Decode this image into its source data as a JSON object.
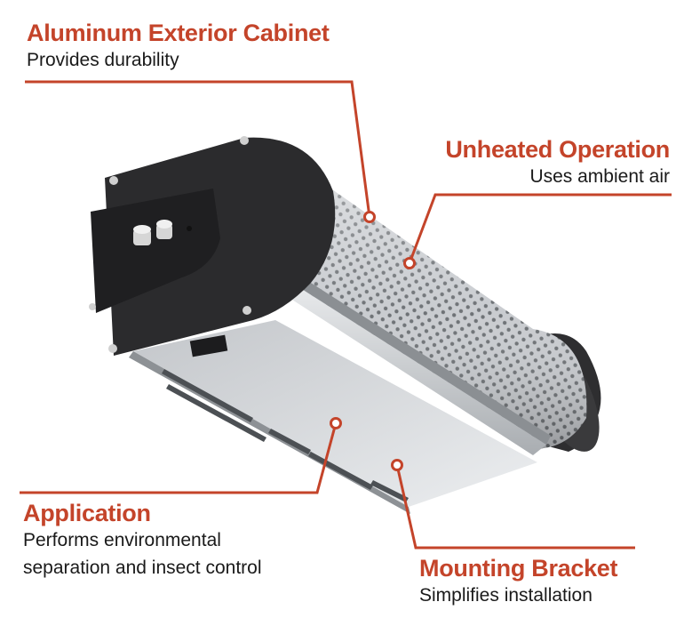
{
  "colors": {
    "accent": "#c4442a",
    "text": "#1a1a1a",
    "cabinet_dark": "#2b2b2d",
    "mesh": "#b9bcbf",
    "panel": "#d9dcdf"
  },
  "callouts": {
    "aluminum": {
      "title": "Aluminum Exterior Cabinet",
      "desc": "Provides durability"
    },
    "unheated": {
      "title": "Unheated Operation",
      "desc": "Uses ambient air"
    },
    "application": {
      "title": "Application",
      "desc_line1": "Performs environmental",
      "desc_line2": "separation and insect control"
    },
    "mounting": {
      "title": "Mounting Bracket",
      "desc": "Simplifies installation"
    }
  }
}
